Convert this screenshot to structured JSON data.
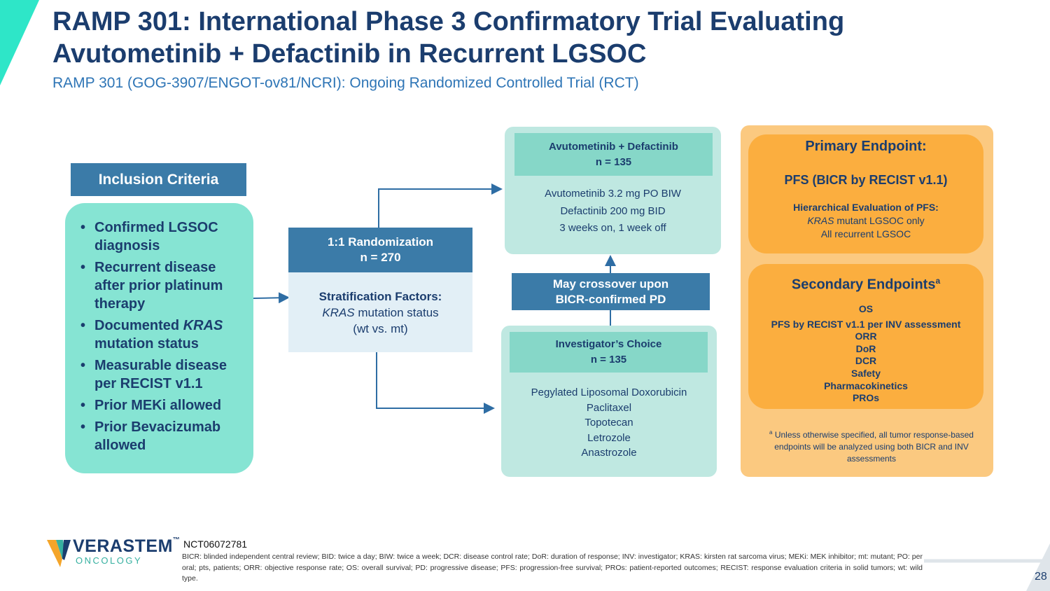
{
  "title": "RAMP 301: International Phase 3 Confirmatory Trial Evaluating Avutometinib + Defactinib in Recurrent LGSOC",
  "subtitle": "RAMP 301 (GOG-3907/ENGOT-ov81/NCRI): Ongoing Randomized Controlled Trial (RCT)",
  "colors": {
    "navy": "#1b3d6e",
    "steel_blue": "#3b7ba8",
    "teal": "#86e4d3",
    "light_teal": "#bfe8e1",
    "orange": "#fbae3f",
    "light_orange": "#fbc980",
    "accent_cyan": "#2ee6c8"
  },
  "inclusion": {
    "header": "Inclusion Criteria",
    "bullet": "•",
    "items": [
      {
        "pre": "Confirmed LGSOC diagnosis",
        "italic": "",
        "post": ""
      },
      {
        "pre": "Recurrent disease after prior platinum therapy",
        "italic": "",
        "post": ""
      },
      {
        "pre": "Documented ",
        "italic": "KRAS",
        "post": " mutation status"
      },
      {
        "pre": "Measurable disease per RECIST v1.1",
        "italic": "",
        "post": ""
      },
      {
        "pre": "Prior MEKi allowed",
        "italic": "",
        "post": ""
      },
      {
        "pre": "Prior Bevacizumab allowed",
        "italic": "",
        "post": ""
      }
    ]
  },
  "randomization": {
    "title": "1:1 Randomization",
    "n": "n = 270",
    "strat_title": "Stratification Factors:",
    "strat_italic": "KRAS",
    "strat_rest": " mutation status",
    "strat_line2": "(wt vs. mt)"
  },
  "arm1": {
    "title": "Avutometinib + Defactinib",
    "n": "n = 135",
    "lines": [
      "Avutometinib 3.2 mg PO BIW",
      "Defactinib 200 mg BID",
      "3 weeks on, 1 week off"
    ]
  },
  "crossover": {
    "line1": "May crossover upon",
    "line2": "BICR-confirmed PD"
  },
  "arm2": {
    "title": "Investigator’s Choice",
    "n": "n = 135",
    "lines": [
      "Pegylated Liposomal Doxorubicin",
      "Paclitaxel",
      "Topotecan",
      "Letrozole",
      "Anastrozole"
    ]
  },
  "primary": {
    "title": "Primary Endpoint:",
    "pfs": "PFS (BICR by RECIST v1.1)",
    "hier_title": "Hierarchical Evaluation of PFS:",
    "hier_italic": "KRAS",
    "hier_rest": " mutant LGSOC only",
    "hier_line2": "All recurrent LGSOC"
  },
  "secondary": {
    "title": "Secondary Endpoints",
    "title_sup": "a",
    "items": [
      "OS",
      "PFS by RECIST v1.1 per INV assessment",
      "ORR",
      "DoR",
      "DCR",
      "Safety",
      "Pharmacokinetics",
      "PROs"
    ]
  },
  "footnote_a": {
    "sup": "a",
    "text": " Unless otherwise specified, all tumor response-based endpoints will be analyzed using both BICR and INV assessments"
  },
  "logo": {
    "name": "VERASTEM",
    "tm": "™",
    "sub": "ONCOLOGY"
  },
  "nct": "NCT06072781",
  "abbreviations": "BICR: blinded independent central review; BID: twice a day; BIW: twice a week; DCR: disease control rate; DoR: duration of response; INV: investigator; KRAS: kirsten rat sarcoma virus; MEKi: MEK inhibitor; mt: mutant; PO: per oral; pts, patients; ORR: objective response rate; OS: overall survival; PD: progressive disease; PFS: progression-free survival; PROs: patient-reported outcomes; RECIST: response evaluation criteria in solid tumors; wt: wild type.",
  "page_number": "28"
}
